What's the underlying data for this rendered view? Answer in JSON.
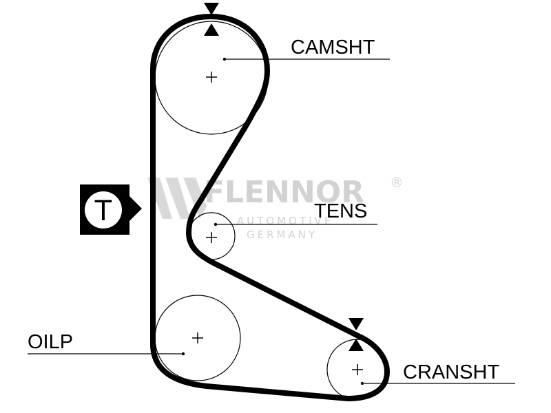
{
  "labels": {
    "camshaft": "CAMSHT",
    "tensioner": "TENS",
    "oil_pump": "OILP",
    "crankshaft": "CRANSHT"
  },
  "marker": {
    "letter": "T"
  },
  "watermark": {
    "brand": "FLENNOR",
    "registered": "®",
    "line1": "AUTOMOTIVE",
    "line2": "GERMANY"
  },
  "colors": {
    "belt": "#000000",
    "pulley": "#000000",
    "watermark": "#d2d2d2",
    "background": "#ffffff"
  },
  "icons": [
    "timing-mark-arrow-icon",
    "tooth-marker-t-icon",
    "center-cross-icon"
  ]
}
